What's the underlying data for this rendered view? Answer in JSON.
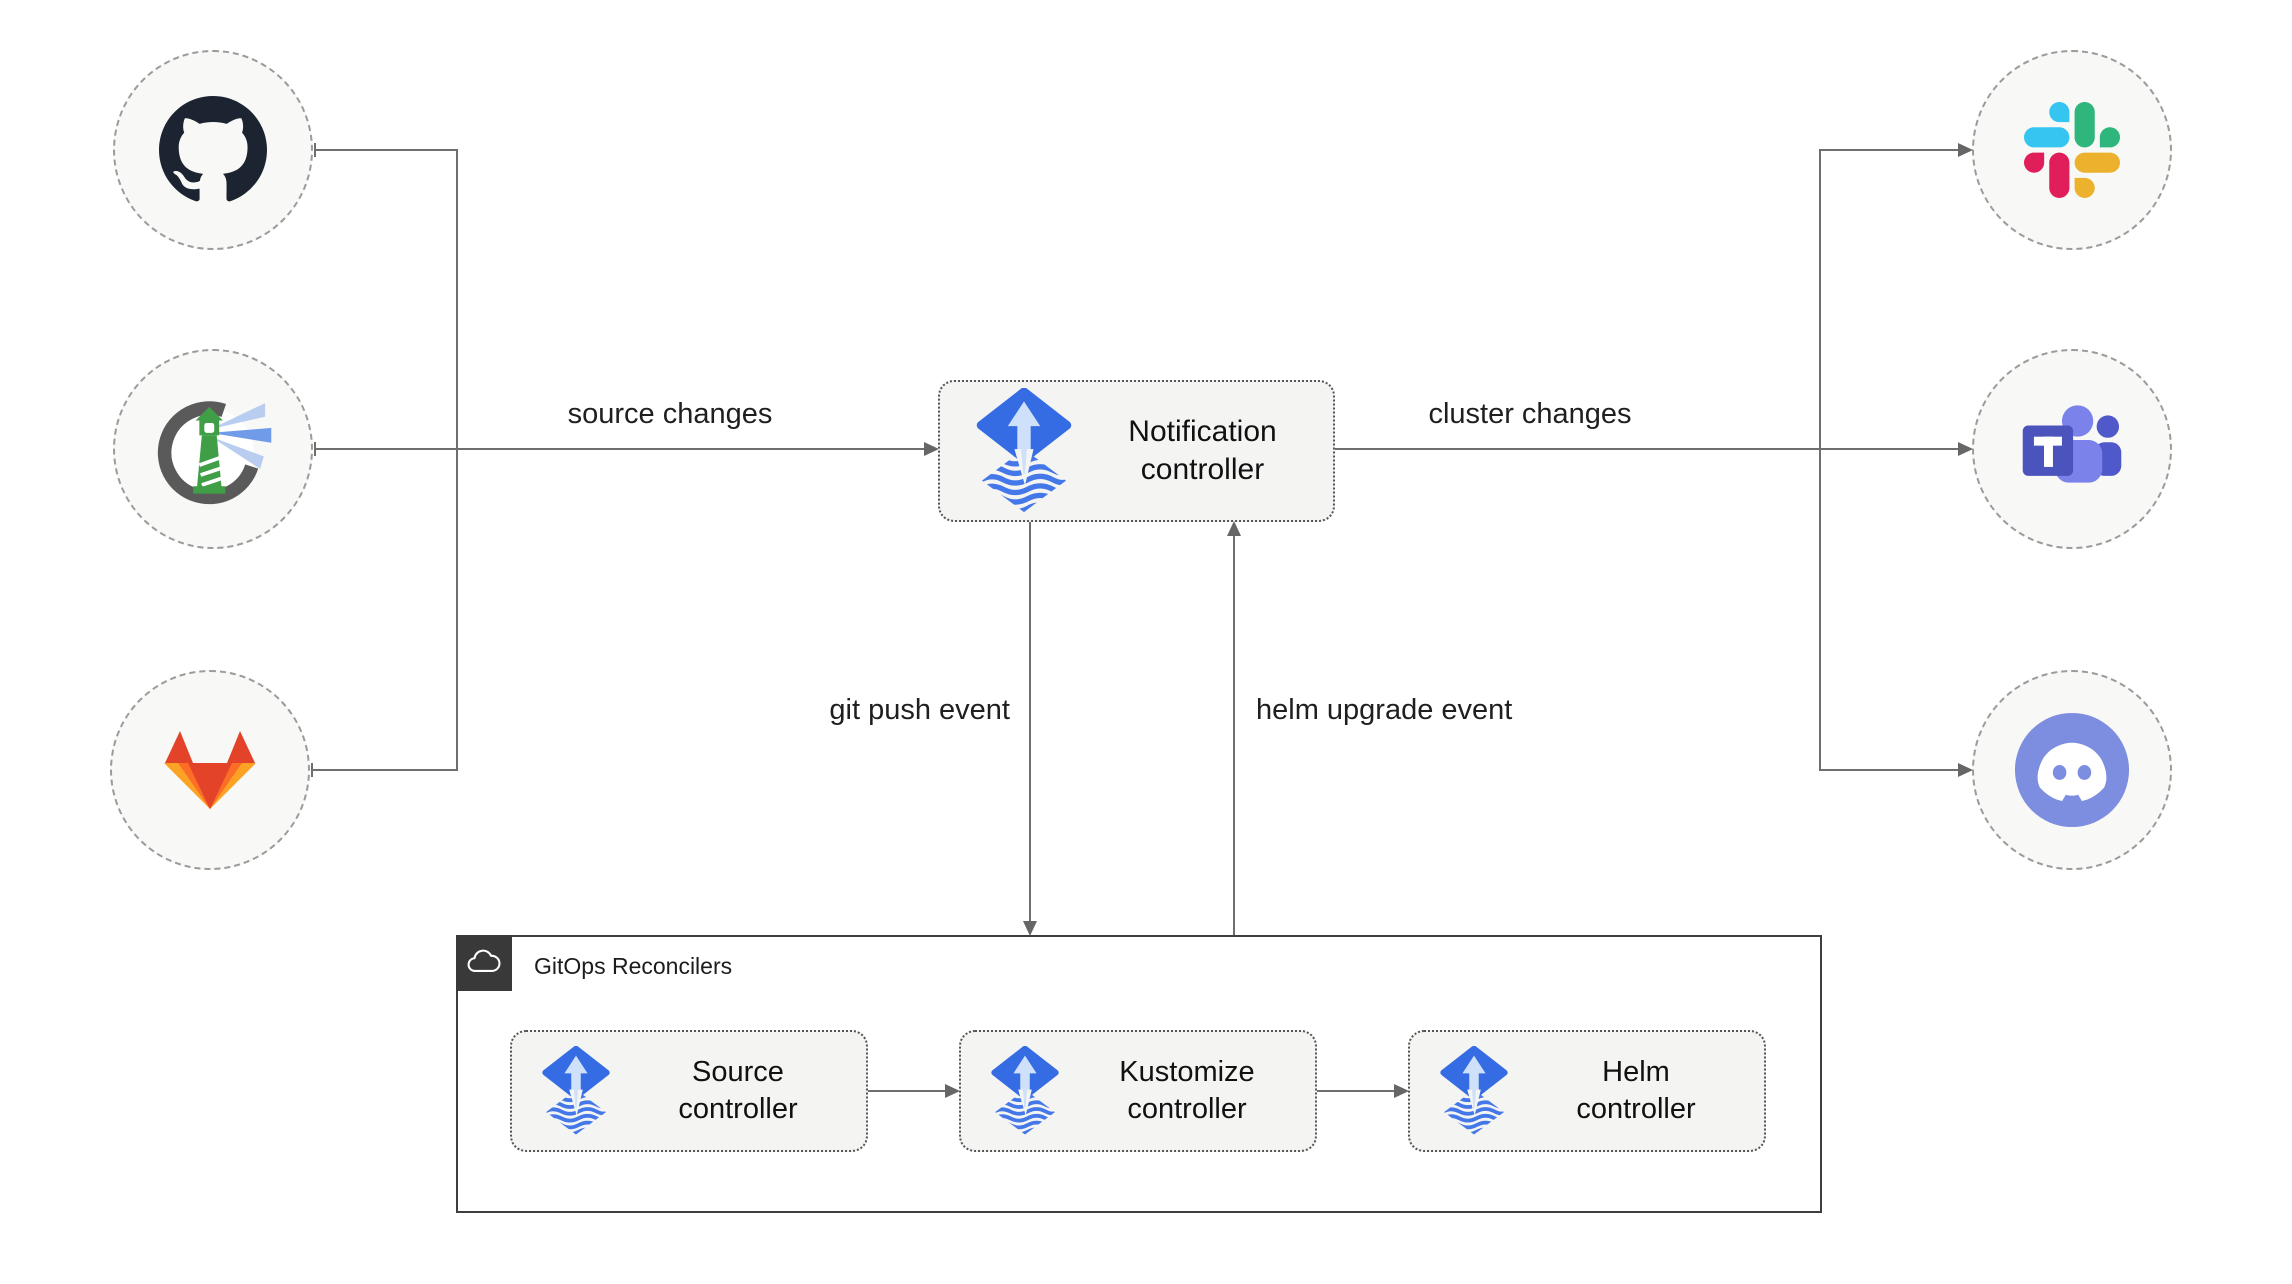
{
  "diagram": {
    "nodes": {
      "notification": {
        "label": "Notification controller",
        "icon": "flux-icon"
      },
      "source": {
        "label": "Source controller",
        "icon": "flux-icon"
      },
      "kustomize": {
        "label": "Kustomize controller",
        "icon": "flux-icon"
      },
      "helm": {
        "label": "Helm controller",
        "icon": "flux-icon"
      }
    },
    "container": {
      "label": "GitOps Reconcilers",
      "icon": "cloud-icon"
    },
    "edges": {
      "source_changes": "source changes",
      "cluster_changes": "cluster changes",
      "git_push": "git push event",
      "helm_upgrade": "helm upgrade event"
    },
    "source_icons": [
      "github-icon",
      "harbor-icon",
      "gitlab-icon"
    ],
    "target_icons": [
      "slack-icon",
      "teams-icon",
      "discord-icon"
    ],
    "colors": {
      "flux_blue": "#356ce4",
      "flux_light": "#cfe0fb",
      "line_gray": "#6e6e6e",
      "node_bg": "#f4f4f3",
      "circle_bg": "#f8f8f6",
      "github_dark": "#1b2430",
      "harbor_green": "#3f9e46",
      "gitlab_red": "#e24329",
      "gitlab_orange": "#fc6d26",
      "gitlab_amber": "#fca326",
      "slack_blue": "#36c5f0",
      "slack_green": "#2eb67d",
      "slack_red": "#e01e5a",
      "slack_yellow": "#ecb22e",
      "teams_purple": "#4b53bc",
      "discord_blurple": "#7d8ee0"
    }
  }
}
